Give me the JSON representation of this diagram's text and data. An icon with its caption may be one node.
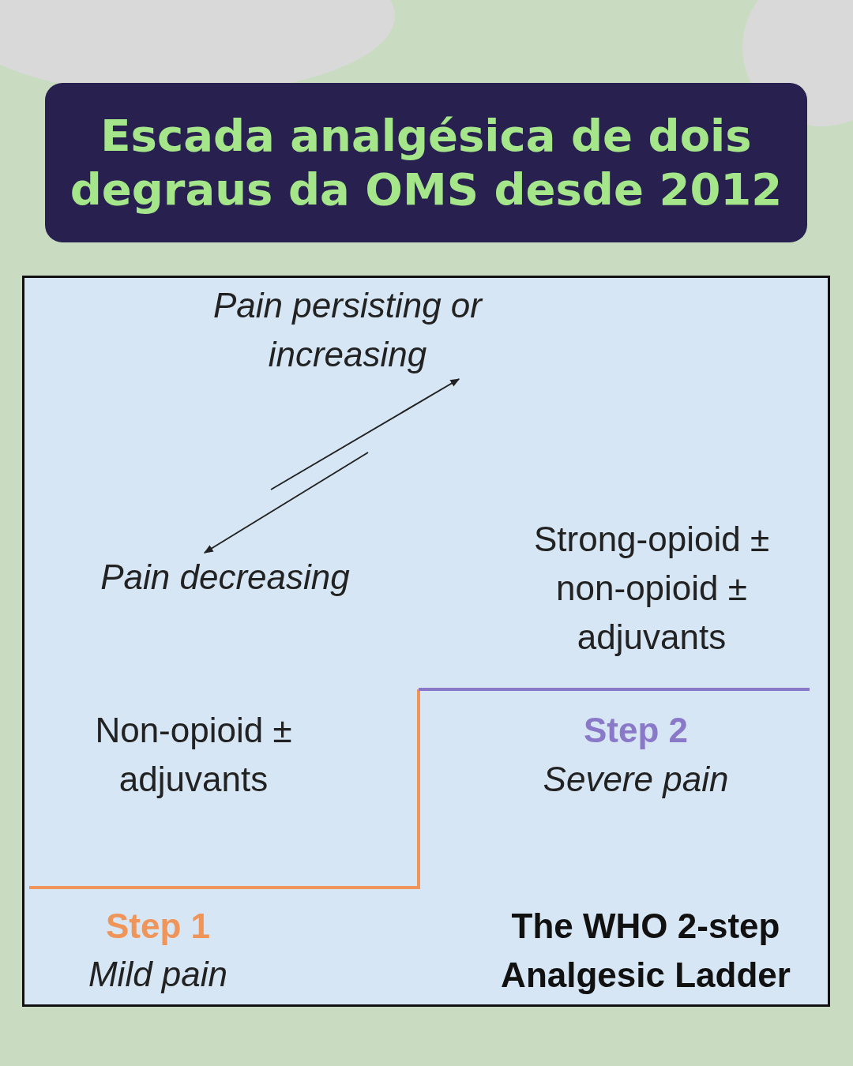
{
  "diagram": {
    "title": "Escada analgésica de dois degraus da OMS desde 2012",
    "nodes": [
      {
        "text": [
          "Pain persisting or increasing"
        ]
      },
      {
        "text": [
          "Pain decreasing"
        ]
      }
    ],
    "edges": [
      {
        "from": null,
        "to": 0,
        "arrow": "to"
      },
      {
        "from": null,
        "to": 1,
        "arrow": "to"
      }
    ],
    "labels": [
      "Strong-opioid ± non-opioid ± adjuvants",
      "Non-opioid ± adjuvants",
      "Step 2",
      "Severe pain",
      "Step 1",
      "Mild pain",
      "The WHO 2-step Analgesic Ladder"
    ]
  }
}
